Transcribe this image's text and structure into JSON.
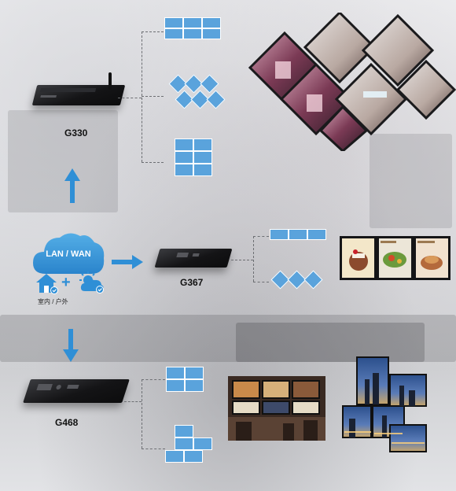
{
  "devices": [
    {
      "label": "G330"
    },
    {
      "label": "G367"
    },
    {
      "label": "G468"
    }
  ],
  "network": {
    "cloud_label": "LAN / WAN",
    "env_label": "室内 / 户外",
    "plus": "+"
  },
  "colors": {
    "tile_blue": "#5aa3dc",
    "arrow_blue": "#2f8fd6",
    "cloud_blue": "#2f8fd6",
    "device_black": "#141416"
  }
}
